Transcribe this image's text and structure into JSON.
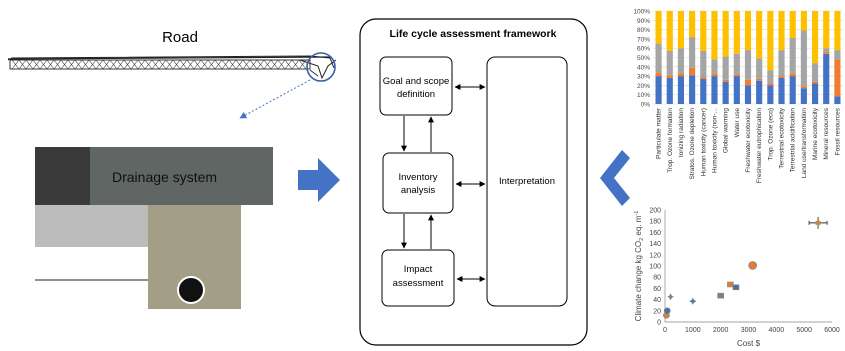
{
  "left": {
    "road_label": "Road",
    "drainage_label": "Drainage system"
  },
  "framework": {
    "title": "Life cycle assessment framework",
    "goal_line1": "Goal and scope",
    "goal_line2": "definition",
    "inventory_line1": "Inventory",
    "inventory_line2": "analysis",
    "impact_line1": "Impact",
    "impact_line2": "assessment",
    "interpretation": "Interpretation"
  },
  "colors": {
    "arrow_blue": "#4472c4",
    "bar_blue": "#4472c4",
    "bar_orange": "#ed7d31",
    "bar_gray": "#a5a5a5",
    "bar_yellow": "#ffc000",
    "scatter_orange": "#e07b39",
    "scatter_blue": "#4a6fa5",
    "scatter_gray": "#7f7f7f",
    "dark_gray": "#3a3a3a",
    "mid_gray": "#5f6663",
    "light_gray": "#bcbcbc",
    "khaki": "#a39e86"
  },
  "chart_data": [
    {
      "type": "bar",
      "stacked": true,
      "ylim": [
        0,
        100
      ],
      "yticks": [
        "0%",
        "10%",
        "20%",
        "30%",
        "40%",
        "50%",
        "60%",
        "70%",
        "80%",
        "90%",
        "100%"
      ],
      "grid": true,
      "categories": [
        "Particulate matter",
        "Trop. Ozone formation",
        "Ionizing radiation",
        "Stratos. Ozone depletion",
        "Human toxicity (cancer)",
        "Human toxicity (non-...",
        "Global warming",
        "Water use",
        "Freshwater ecotoxicity",
        "Freshwater eutrophication",
        "Trop. Ozone (eco)",
        "Terrestrial ecotoxicity",
        "Terrestrial acidification",
        "Land use/transformation",
        "Marine ecotoxicity",
        "Mineral resources",
        "Fossil resources"
      ],
      "series": [
        {
          "color": "#4472c4",
          "values": [
            30,
            28,
            30,
            31,
            27,
            30,
            24,
            30,
            20,
            25,
            20,
            28,
            30,
            17,
            22,
            54,
            8
          ]
        },
        {
          "color": "#ed7d31",
          "values": [
            4,
            3,
            3,
            8,
            2,
            3,
            2,
            2,
            6,
            2,
            2,
            2,
            3,
            2,
            2,
            2,
            40
          ]
        },
        {
          "color": "#a5a5a5",
          "values": [
            31,
            26,
            27,
            33,
            28,
            15,
            25,
            22,
            32,
            22,
            14,
            28,
            38,
            60,
            20,
            4,
            10
          ]
        },
        {
          "color": "#ffc000",
          "values": [
            35,
            43,
            40,
            28,
            43,
            52,
            49,
            46,
            42,
            51,
            64,
            42,
            29,
            21,
            56,
            40,
            42
          ]
        }
      ]
    },
    {
      "type": "scatter",
      "xlabel": "Cost $",
      "ylabel_main": "Climate change kg CO",
      "ylabel_sub": "2",
      "ylabel_tail": " eq. m",
      "ylabel_sup": "-1",
      "xlim": [
        0,
        6000
      ],
      "ylim": [
        0,
        200
      ],
      "xticks": [
        "0",
        "1000",
        "2000",
        "3000",
        "4000",
        "5000",
        "6000"
      ],
      "yticks": [
        "0",
        "20",
        "40",
        "60",
        "80",
        "100",
        "120",
        "140",
        "160",
        "180",
        "200"
      ],
      "points": [
        {
          "x": 50,
          "y": 12,
          "color": "#e07b39",
          "shape": "circle"
        },
        {
          "x": 80,
          "y": 20,
          "color": "#4a6fa5",
          "shape": "circle"
        },
        {
          "x": 200,
          "y": 45,
          "color": "#7f7f7f",
          "shape": "cross"
        },
        {
          "x": 1000,
          "y": 37,
          "color": "#4a6fa5",
          "shape": "cross"
        },
        {
          "x": 2000,
          "y": 47,
          "color": "#7f7f7f",
          "shape": "square"
        },
        {
          "x": 2350,
          "y": 67,
          "color": "#e07b39",
          "shape": "square"
        },
        {
          "x": 2550,
          "y": 62,
          "color": "#4a6fa5",
          "shape": "square"
        },
        {
          "x": 3150,
          "y": 101,
          "color": "#e07b39",
          "shape": "circle"
        },
        {
          "x": 5500,
          "y": 177,
          "color": "#c8883c",
          "shape": "cross-large"
        }
      ]
    }
  ]
}
